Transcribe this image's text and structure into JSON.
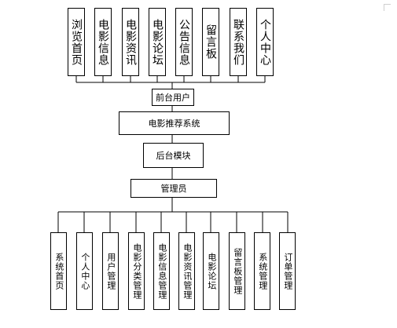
{
  "top_modules": [
    "浏览首页",
    "电影信息",
    "电影资讯",
    "电影论坛",
    "公告信息",
    "留言板",
    "联系我们",
    "个人中心"
  ],
  "front_user": "前台用户",
  "system": "电影推荐系统",
  "backend": "后台模块",
  "admin": "管理员",
  "bottom_modules": [
    "系统首页",
    "个人中心",
    "用户管理",
    "电影分类管理",
    "电影信息管理",
    "电影资讯管理",
    "电影论坛",
    "留言板管理",
    "系统管理",
    "订单管理"
  ]
}
